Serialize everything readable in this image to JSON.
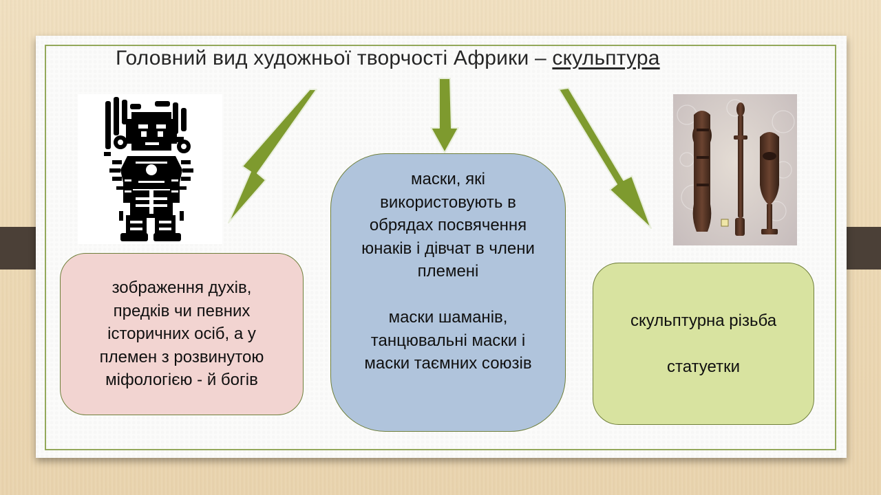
{
  "slide": {
    "title_prefix": "Головний вид художньої творчості Африки – ",
    "title_link": "скульптура "
  },
  "boxes": {
    "left_lines": [
      "зображення духів,",
      "предків чи певних",
      "історичних осіб, а у",
      "племен з розвинутою",
      "міфологією - й богів"
    ],
    "middle_block1": [
      "маски, які",
      "використовують в",
      "обрядах посвячення",
      "юнаків і дівчат в члени",
      "племені"
    ],
    "middle_block2": [
      "маски шаманів,",
      "танцювальні маски і",
      "маски таємних союзів"
    ],
    "right_line1": "скульптурна різьба",
    "right_line2": "статуетки"
  },
  "colors": {
    "background": "#ecd8b3",
    "frame": "#93a85a",
    "arrow": "#7e9a2e",
    "left_box": "#f2d4d1",
    "middle_box": "#b0c4dc",
    "right_box": "#d8e3a0"
  },
  "images": {
    "left": "african-tribal-figure-icon",
    "right": "carved-wooden-statuettes-photo"
  }
}
